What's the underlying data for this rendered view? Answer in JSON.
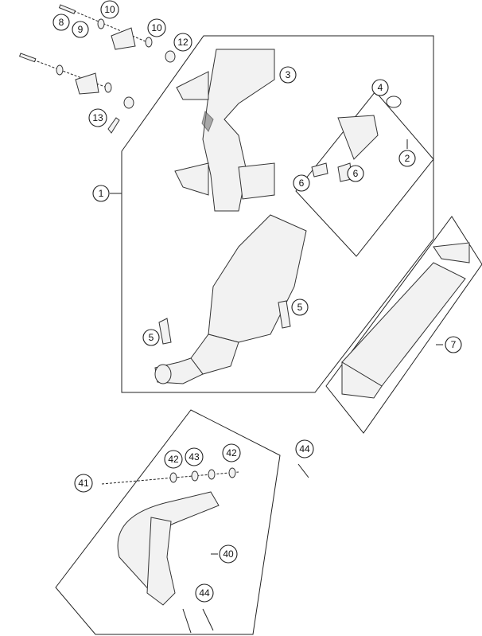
{
  "diagram": {
    "callouts": [
      {
        "label": "8"
      },
      {
        "label": "9"
      },
      {
        "label": "10"
      },
      {
        "label": "10"
      },
      {
        "label": "12"
      },
      {
        "label": "13"
      },
      {
        "label": "1"
      },
      {
        "label": "3"
      },
      {
        "label": "4"
      },
      {
        "label": "2"
      },
      {
        "label": "6"
      },
      {
        "label": "6"
      },
      {
        "label": "5"
      },
      {
        "label": "5"
      },
      {
        "label": "7"
      },
      {
        "label": "42"
      },
      {
        "label": "43"
      },
      {
        "label": "42"
      },
      {
        "label": "41"
      },
      {
        "label": "40"
      },
      {
        "label": "44"
      },
      {
        "label": "44"
      }
    ]
  }
}
